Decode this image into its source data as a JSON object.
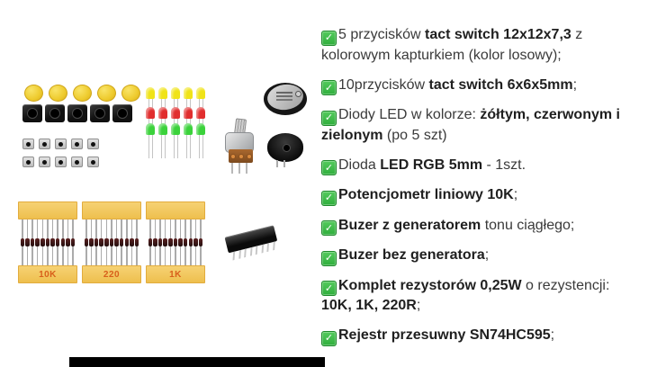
{
  "checklist": {
    "checkbox_icon": {
      "glyph": "✓",
      "fill": "#3cbe47",
      "border": "#1d8a2a"
    },
    "items": [
      {
        "segments": [
          {
            "t": "5 przycisków ",
            "b": 0
          },
          {
            "t": "tact switch 12x12x7,3",
            "b": 1
          },
          {
            "t": " z kolorowym kapturkiem (kolor losowy);",
            "b": 0
          }
        ]
      },
      {
        "segments": [
          {
            "t": "10przycisków ",
            "b": 0
          },
          {
            "t": "tact switch 6x6x5mm",
            "b": 1
          },
          {
            "t": ";",
            "b": 0
          }
        ]
      },
      {
        "segments": [
          {
            "t": "Diody LED w kolorze: ",
            "b": 0
          },
          {
            "t": "żółtym, czerwonym i zielonym",
            "b": 1
          },
          {
            "t": " (po 5 szt)",
            "b": 0
          }
        ]
      },
      {
        "segments": [
          {
            "t": "Dioda ",
            "b": 0
          },
          {
            "t": "LED RGB 5mm",
            "b": 1
          },
          {
            "t": " - 1szt.",
            "b": 0
          }
        ]
      },
      {
        "segments": [
          {
            "t": "Potencjometr liniowy 10K",
            "b": 1
          },
          {
            "t": ";",
            "b": 0
          }
        ]
      },
      {
        "segments": [
          {
            "t": "Buzer z generatorem",
            "b": 1
          },
          {
            "t": " tonu ciągłego;",
            "b": 0
          }
        ]
      },
      {
        "segments": [
          {
            "t": "Buzer bez generatora",
            "b": 1
          },
          {
            "t": ";",
            "b": 0
          }
        ]
      },
      {
        "segments": [
          {
            "t": "Komplet rezystorów 0,25W",
            "b": 1
          },
          {
            "t": " o rezystencji: ",
            "b": 0
          },
          {
            "t": "10K, 1K, 220R",
            "b": 1
          },
          {
            "t": ";",
            "b": 0
          }
        ]
      },
      {
        "segments": [
          {
            "t": "Rejestr przesuwny SN74HC595",
            "b": 1
          },
          {
            "t": ";",
            "b": 0
          }
        ]
      }
    ]
  },
  "collage": {
    "cap_color": "#eecb2e",
    "led_colors": {
      "yellow": "#f0e318",
      "red": "#e12e2e",
      "green": "#3bd23b"
    },
    "tape_color": "#eebf4e",
    "resistor_groups": [
      {
        "label": "10K"
      },
      {
        "label": "220"
      },
      {
        "label": "1K"
      }
    ],
    "counts": {
      "caps": 5,
      "big_switches": 5,
      "small_switch_rows": 2,
      "small_switches_per_row": 5,
      "leds_per_row": 5,
      "resistors_per_group": 11,
      "ic_pins": 8
    }
  },
  "bottom_bar": {
    "color": "#000000"
  }
}
